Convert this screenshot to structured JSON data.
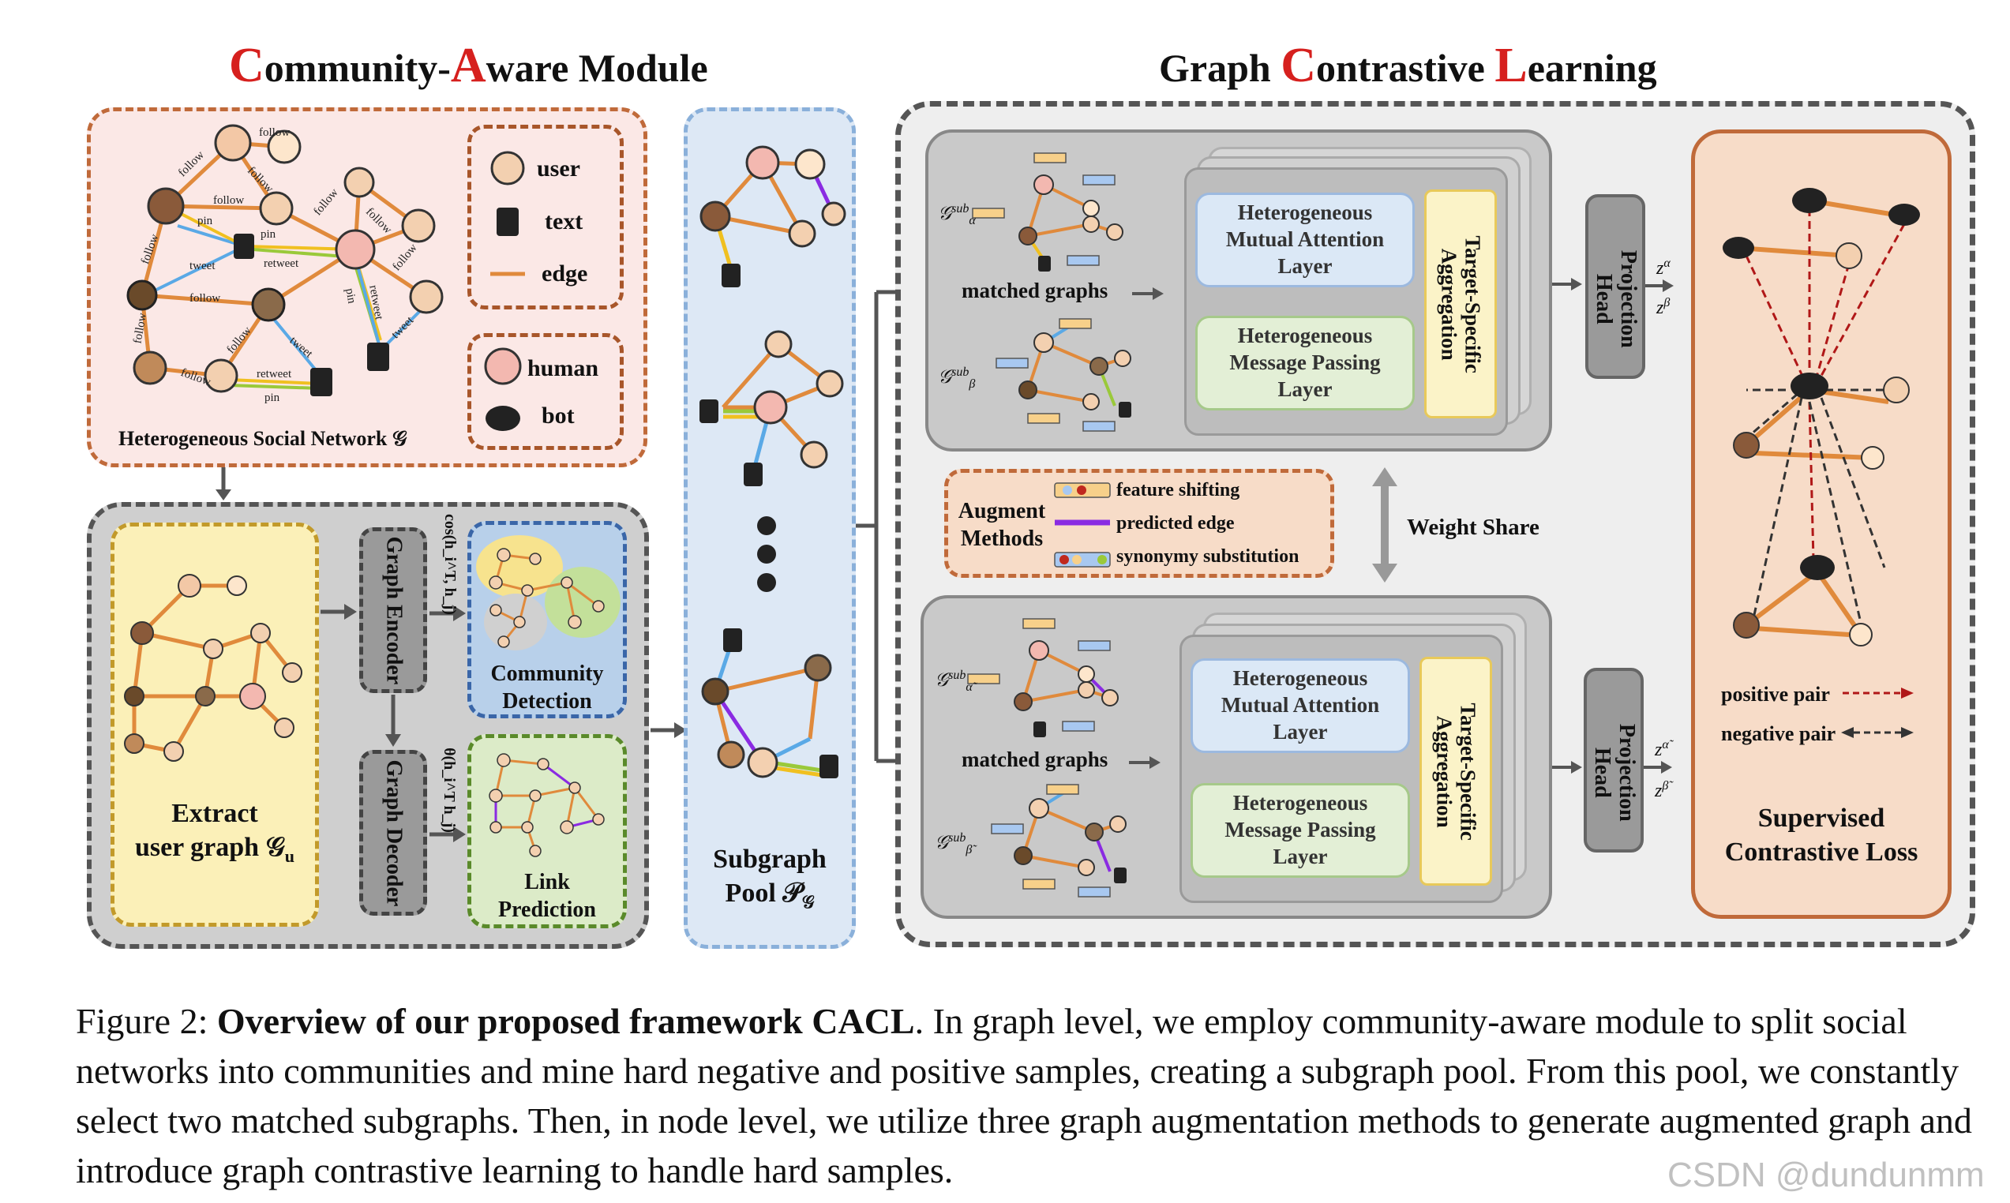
{
  "titles": {
    "left_initial_c": "C",
    "left_part1": "ommunity-",
    "left_initial_a": "A",
    "left_part2": "ware Module",
    "right_part1": "Graph ",
    "right_initial_c": "C",
    "right_part2": "ontrastive ",
    "right_initial_l": "L",
    "right_part3": "earning"
  },
  "social_network": {
    "label": "Heterogeneous Social Network 𝒢",
    "edge_labels": [
      "follow",
      "follow",
      "follow",
      "follow",
      "pin",
      "pin",
      "retweet",
      "tweet",
      "follow",
      "follow",
      "follow",
      "follow",
      "pin",
      "retweet",
      "tweet",
      "follow",
      "follow",
      "follow",
      "tweet",
      "retweet",
      "pin",
      "follow"
    ],
    "legend_nodes": [
      "user",
      "text",
      "edge"
    ],
    "legend_classes": [
      "human",
      "bot"
    ]
  },
  "extract_panel": {
    "extract_label_line1": "Extract",
    "extract_label_line2": "user graph 𝒢",
    "extract_label_sub": "u",
    "encoder": "Graph Encoder",
    "decoder": "Graph Decoder",
    "cos_formula": "cos(h_i^T, h_j)",
    "theta_formula": "θ(h_i^T h_j)",
    "community_line1": "Community",
    "community_line2": "Detection",
    "link_line1": "Link",
    "link_line2": "Prediction"
  },
  "subgraph_pool": {
    "line1": "Subgraph",
    "line2": "Pool 𝒫",
    "sub": "𝒢"
  },
  "top_branch": {
    "g_alpha": "𝒢",
    "g_alpha_sup": "sub",
    "g_alpha_sub": "α",
    "matched": "matched graphs",
    "g_beta": "𝒢",
    "g_beta_sup": "sub",
    "g_beta_sub": "β",
    "mutual_attention": "Heterogeneous Mutual Attention Layer",
    "message_passing": "Heterogeneous Message Passing Layer",
    "target_specific": "Target-Specific Aggregation",
    "projection": "Projection Head",
    "z1": "z",
    "z1_sup": "α",
    "z2": "z",
    "z2_sup": "β"
  },
  "augment": {
    "title_line1": "Augment",
    "title_line2": "Methods",
    "items": [
      "feature shifting",
      "predicted edge",
      "synonymy substitution"
    ],
    "weight_share": "Weight Share"
  },
  "bottom_branch": {
    "g_alpha": "𝒢",
    "g_alpha_sup": "sub",
    "g_alpha_sub": "α̃",
    "matched": "matched graphs",
    "g_beta": "𝒢",
    "g_beta_sup": "sub",
    "g_beta_sub": "β̃",
    "mutual_attention": "Heterogeneous Mutual Attention Layer",
    "message_passing": "Heterogeneous Message Passing Layer",
    "target_specific": "Target-Specific Aggregation",
    "projection": "Projection Head",
    "z1": "z",
    "z1_sup": "α̃",
    "z2": "z",
    "z2_sup": "β̃"
  },
  "loss_panel": {
    "positive": "positive pair",
    "negative": "negative pair",
    "title_line1": "Supervised",
    "title_line2": "Contrastive Loss"
  },
  "caption": {
    "prefix": "Figure 2: ",
    "bold": "Overview of our proposed framework CACL",
    "rest": ". In graph level, we employ community-aware module to split social networks into communities and mine hard negative and positive samples, creating a subgraph pool. From this pool, we constantly select two matched subgraphs. Then, in node level, we utilize three graph augmentation methods to generate augmented graph and introduce graph contrastive learning to handle hard samples."
  },
  "watermark": "CSDN @dundunmm",
  "colors": {
    "accent_red": "#d6201e",
    "edge_orange": "#e08a3c",
    "positive_red": "#b01818",
    "negative_dark": "#333333",
    "predicted_edge_purple": "#8a2be2"
  }
}
